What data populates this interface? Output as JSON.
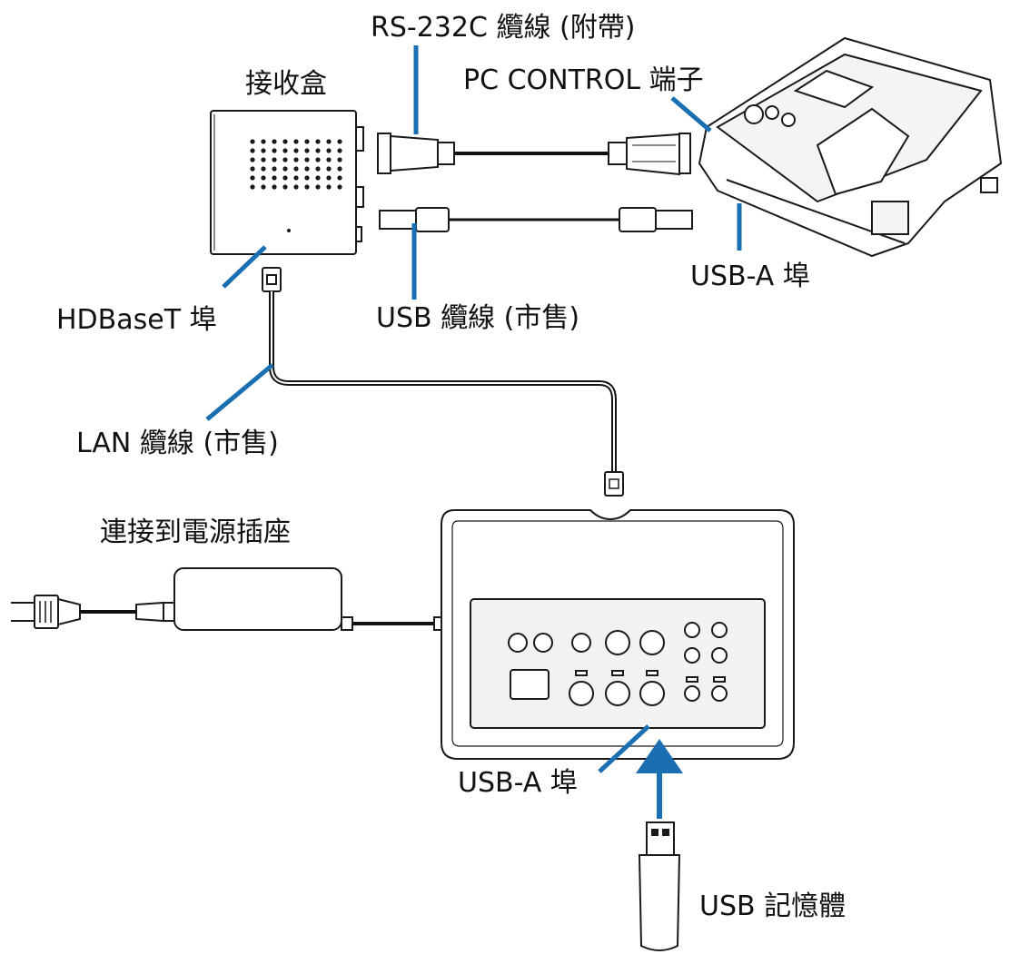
{
  "labels": {
    "receiver_box": "接收盒",
    "rs232c_cable": "RS-232C 纜線 (附帶)",
    "pc_control_port": "PC CONTROL 端子",
    "usb_a_port_projector": "USB-A 埠",
    "usb_cable": "USB 纜線 (市售)",
    "hdbaset_port": "HDBaseT 埠",
    "lan_cable": "LAN 纜線 (市售)",
    "power_outlet": "連接到電源插座",
    "usb_a_port_transmitter": "USB-A 埠",
    "usb_memory": "USB 記憶體"
  },
  "colors": {
    "leader_line": "#1a6fb3",
    "outline": "#1a1a1a",
    "cable": "#111111",
    "panel_fill": "#f2f2f2"
  }
}
